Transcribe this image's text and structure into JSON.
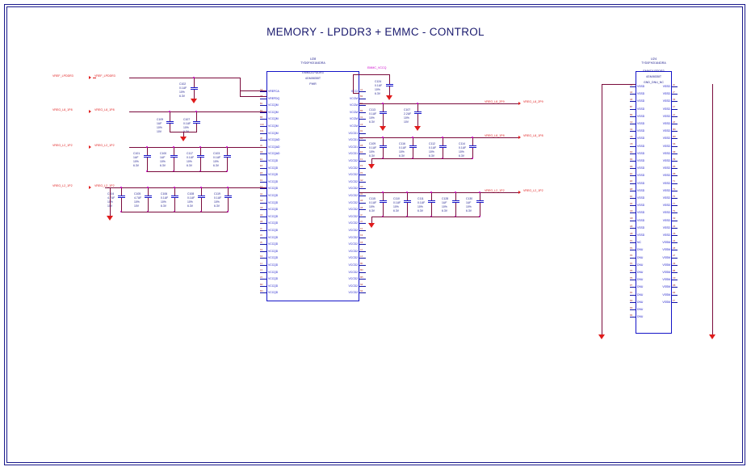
{
  "sheet": {
    "title": "MEMORY - LPDDR3 + EMMC - CONTROL",
    "border_color": "#1a1a8c",
    "wire_color": "#7a0b3c",
    "net_color": "#e01b1b",
    "symbol_color": "#1414c8"
  },
  "components": {
    "u28": {
      "ref": "U28",
      "part": "TYD0FH2I164DRA",
      "desc1": "EMMC/LPDDR3",
      "desc2": "4GM/8GBIT",
      "desc3": "PWR",
      "left_pins": [
        {
          "name": "VREFCA",
          "num": "N9"
        },
        {
          "name": "VREFDQ",
          "num": "P8"
        },
        {
          "name": "VCCQM",
          "num": "B1"
        },
        {
          "name": "VCCQM",
          "num": "B3"
        },
        {
          "name": "VCCQM",
          "num": "B5"
        },
        {
          "name": "VCCQM",
          "num": "C10"
        },
        {
          "name": "VCCQM",
          "num": "D11"
        },
        {
          "name": "VCCQAD",
          "num": "J8"
        },
        {
          "name": "VCCQAD",
          "num": "J9"
        },
        {
          "name": "VCCQAD",
          "num": "K8"
        },
        {
          "name": "VCCQD",
          "num": "E1"
        },
        {
          "name": "VCCQD",
          "num": "E3"
        },
        {
          "name": "VCCQD",
          "num": "E5"
        },
        {
          "name": "VCCQD",
          "num": "F2"
        },
        {
          "name": "VCCQD",
          "num": "F4"
        },
        {
          "name": "VCCQD",
          "num": "G1"
        },
        {
          "name": "VCCQD",
          "num": "G3"
        },
        {
          "name": "VCCQD",
          "num": "G5"
        },
        {
          "name": "VCCQD",
          "num": "H2"
        },
        {
          "name": "VCCQD",
          "num": "H4"
        },
        {
          "name": "VCCQD",
          "num": "J1"
        },
        {
          "name": "VCCQD",
          "num": "J3"
        },
        {
          "name": "VCCQD",
          "num": "J5"
        },
        {
          "name": "VCCQD",
          "num": "K2"
        },
        {
          "name": "VCCQD",
          "num": "K4"
        },
        {
          "name": "VCCQD",
          "num": "L1"
        },
        {
          "name": "VCCQD",
          "num": "L3"
        },
        {
          "name": "VCCQD",
          "num": "L5"
        },
        {
          "name": "VCCQD",
          "num": "M2"
        },
        {
          "name": "VCCQD",
          "num": "M4"
        }
      ],
      "right_pins": [
        {
          "name": "VCCI",
          "num": "A1"
        },
        {
          "name": "VCCM",
          "num": "B2"
        },
        {
          "name": "VCCM",
          "num": "B4"
        },
        {
          "name": "VCCM",
          "num": "B6"
        },
        {
          "name": "VCCM",
          "num": "C1"
        },
        {
          "name": "VCCM",
          "num": "C3"
        },
        {
          "name": "VCCD1",
          "num": "D1"
        },
        {
          "name": "VCCD1",
          "num": "D3"
        },
        {
          "name": "VCCD1",
          "num": "D5"
        },
        {
          "name": "VCCD1",
          "num": "E2"
        },
        {
          "name": "VCCD2",
          "num": "F1"
        },
        {
          "name": "VCCD2",
          "num": "F3"
        },
        {
          "name": "VCCD2",
          "num": "F5"
        },
        {
          "name": "VCCD2",
          "num": "G2"
        },
        {
          "name": "VCCD2",
          "num": "G4"
        },
        {
          "name": "VCCD2",
          "num": "H1"
        },
        {
          "name": "VCCD2",
          "num": "H3"
        },
        {
          "name": "VCCD2",
          "num": "H5"
        },
        {
          "name": "VCCD2",
          "num": "J2"
        },
        {
          "name": "VCCD2",
          "num": "J4"
        },
        {
          "name": "VCCD2",
          "num": "K1"
        },
        {
          "name": "VCCD2",
          "num": "K3"
        },
        {
          "name": "VCCD2",
          "num": "K5"
        },
        {
          "name": "VCCD2",
          "num": "L2"
        },
        {
          "name": "VCCD2",
          "num": "L4"
        },
        {
          "name": "VCCD2",
          "num": "M1"
        },
        {
          "name": "VCCD2",
          "num": "M3"
        },
        {
          "name": "VCCD2",
          "num": "M5"
        },
        {
          "name": "VCCD2",
          "num": "N2"
        },
        {
          "name": "VCCD2",
          "num": "N4"
        }
      ]
    },
    "u24": {
      "ref": "U24",
      "part": "TYD0FH2I164DRA",
      "desc1": "EMMC/LPDDR3",
      "desc2": "4GM/8GBIT",
      "desc3": "GND_DNU_NC",
      "left_pins": [
        {
          "name": "VSSD",
          "num": "A2"
        },
        {
          "name": "VSSD",
          "num": "A4"
        },
        {
          "name": "VSSD",
          "num": "A6"
        },
        {
          "name": "VSSD",
          "num": "B7"
        },
        {
          "name": "VSSD",
          "num": "B9"
        },
        {
          "name": "VSSD",
          "num": "C2"
        },
        {
          "name": "VSSD",
          "num": "C4"
        },
        {
          "name": "VSSD",
          "num": "C6"
        },
        {
          "name": "VSSD",
          "num": "C8"
        },
        {
          "name": "VSSD",
          "num": "D2"
        },
        {
          "name": "VSSD",
          "num": "D4"
        },
        {
          "name": "VSSD",
          "num": "D6"
        },
        {
          "name": "VSSD",
          "num": "E4"
        },
        {
          "name": "VSSD",
          "num": "E6"
        },
        {
          "name": "VSSD",
          "num": "E8"
        },
        {
          "name": "VSSD",
          "num": "F6"
        },
        {
          "name": "VSSD",
          "num": "F8"
        },
        {
          "name": "VSSD",
          "num": "G6"
        },
        {
          "name": "VSSD",
          "num": "G8"
        },
        {
          "name": "VSSD",
          "num": "H6"
        },
        {
          "name": "VSSD",
          "num": "H8"
        },
        {
          "name": "NC",
          "num": "P1"
        },
        {
          "name": "DNU",
          "num": "P2"
        },
        {
          "name": "DNU",
          "num": "P3"
        },
        {
          "name": "DNU",
          "num": "P4"
        },
        {
          "name": "DNU",
          "num": "P5"
        },
        {
          "name": "DNU",
          "num": "P6"
        },
        {
          "name": "DNU",
          "num": "P7"
        },
        {
          "name": "DNU",
          "num": "R1"
        },
        {
          "name": "DNU",
          "num": "R2"
        },
        {
          "name": "DNU",
          "num": "R3"
        },
        {
          "name": "DNU",
          "num": "R4"
        }
      ],
      "right_pins": [
        {
          "name": "VSSD",
          "num": "J6"
        },
        {
          "name": "VSSD",
          "num": "J7"
        },
        {
          "name": "VSSD",
          "num": "K6"
        },
        {
          "name": "VSSD",
          "num": "K7"
        },
        {
          "name": "VSSD",
          "num": "L6"
        },
        {
          "name": "VSSD",
          "num": "L8"
        },
        {
          "name": "VSSD",
          "num": "M6"
        },
        {
          "name": "VSSD",
          "num": "M8"
        },
        {
          "name": "VSSD",
          "num": "N6"
        },
        {
          "name": "VSSD",
          "num": "N8"
        },
        {
          "name": "VSSD",
          "num": "P9"
        },
        {
          "name": "VSSD",
          "num": "R6"
        },
        {
          "name": "VSSD",
          "num": "R8"
        },
        {
          "name": "VSSD",
          "num": "T1"
        },
        {
          "name": "VSSD",
          "num": "T3"
        },
        {
          "name": "VSSD",
          "num": "T5"
        },
        {
          "name": "VSSD",
          "num": "T7"
        },
        {
          "name": "VSSD",
          "num": "T9"
        },
        {
          "name": "VSSD",
          "num": "U2"
        },
        {
          "name": "VSSD",
          "num": "U4"
        },
        {
          "name": "VSSD",
          "num": "U6"
        },
        {
          "name": "VSSM",
          "num": "A3"
        },
        {
          "name": "VSSM",
          "num": "A5"
        },
        {
          "name": "VSSM",
          "num": "A7"
        },
        {
          "name": "VSSM",
          "num": "A9"
        },
        {
          "name": "VSSM",
          "num": "B8"
        },
        {
          "name": "VSSM",
          "num": "C9"
        },
        {
          "name": "VSSM",
          "num": "D8"
        },
        {
          "name": "VSSM",
          "num": "E9"
        },
        {
          "name": "VSSM",
          "num": "F7"
        }
      ]
    }
  },
  "nets": [
    {
      "id": "n1",
      "name": "VREF_LPDDR3"
    },
    {
      "id": "n2",
      "name": "VREF_LPDDR3"
    },
    {
      "id": "n3",
      "name": "VREG_L8_1P8"
    },
    {
      "id": "n4",
      "name": "VREG_L8_1P8"
    },
    {
      "id": "n5",
      "name": "VREG_L2_1P2"
    },
    {
      "id": "n6",
      "name": "VREG_L2_1P2"
    },
    {
      "id": "n7",
      "name": "VREG_L2_1P2"
    },
    {
      "id": "n8",
      "name": "VREG_L2_1P2"
    },
    {
      "id": "n9",
      "name": "EMMC_VCCQ"
    },
    {
      "id": "n10",
      "name": "VREG_L8_2P9"
    },
    {
      "id": "n11",
      "name": "VREG_L8_2P9"
    },
    {
      "id": "n12",
      "name": "VREG_L8_1P8"
    },
    {
      "id": "n13",
      "name": "VREG_L8_1P8"
    },
    {
      "id": "n14",
      "name": "VREG_L2_1P2"
    },
    {
      "id": "n15",
      "name": "VREG_L2_1P2"
    }
  ],
  "capacitors": {
    "group_vref": [
      {
        "ref": "C102",
        "value": "0.1UF",
        "tol": "10%",
        "volt": "6.3V"
      }
    ],
    "group_l8_row2": [
      {
        "ref": "C109",
        "value": "1UF",
        "tol": "10%",
        "volt": "10V"
      },
      {
        "ref": "C107",
        "value": "0.1UF",
        "tol": "10%",
        "volt": "6.3V"
      }
    ],
    "group_l2_row3": [
      {
        "ref": "C101",
        "value": "1UF",
        "tol": "10%",
        "volt": "6.3V"
      },
      {
        "ref": "C100",
        "value": "1UF",
        "tol": "10%",
        "volt": "6.3V"
      },
      {
        "ref": "C117",
        "value": "0.1UF",
        "tol": "10%",
        "volt": "6.3V"
      },
      {
        "ref": "C103",
        "value": "0.1UF",
        "tol": "10%",
        "volt": "6.3V"
      }
    ],
    "group_l2_row4": [
      {
        "ref": "C104",
        "value": "4.7UF",
        "tol": "10%",
        "volt": "10V"
      },
      {
        "ref": "C105",
        "value": "4.7UF",
        "tol": "10%",
        "volt": "10V"
      },
      {
        "ref": "C106",
        "value": "0.1UF",
        "tol": "10%",
        "volt": "6.3V"
      },
      {
        "ref": "C108",
        "value": "0.1UF",
        "tol": "10%",
        "volt": "6.3V"
      },
      {
        "ref": "C119",
        "value": "0.1UF",
        "tol": "10%",
        "volt": "6.3V"
      }
    ],
    "group_emmc": [
      {
        "ref": "C124",
        "value": "0.1UF",
        "tol": "10%",
        "volt": "6.3V"
      }
    ],
    "group_r_row2": [
      {
        "ref": "C113",
        "value": "0.1UF",
        "tol": "10%",
        "volt": "6.3V"
      },
      {
        "ref": "C107",
        "value": "2.2UF",
        "tol": "10%",
        "volt": "10V"
      }
    ],
    "group_r_row3": [
      {
        "ref": "C109",
        "value": "0.1UF",
        "tol": "10%",
        "volt": "6.3V"
      },
      {
        "ref": "C116",
        "value": "0.1UF",
        "tol": "10%",
        "volt": "6.3V"
      },
      {
        "ref": "C112",
        "value": "0.1UF",
        "tol": "10%",
        "volt": "6.3V"
      },
      {
        "ref": "C114",
        "value": "0.1UF",
        "tol": "10%",
        "volt": "6.3V"
      }
    ],
    "group_r_row4": [
      {
        "ref": "C115",
        "value": "0.1UF",
        "tol": "10%",
        "volt": "6.3V"
      },
      {
        "ref": "C110",
        "value": "0.1UF",
        "tol": "10%",
        "volt": "6.3V"
      },
      {
        "ref": "C111",
        "value": "0.1UF",
        "tol": "10%",
        "volt": "6.3V"
      },
      {
        "ref": "C128",
        "value": "1UF",
        "tol": "10%",
        "volt": "6.3V"
      },
      {
        "ref": "C130",
        "value": "1UF",
        "tol": "10%",
        "volt": "6.3V"
      }
    ]
  }
}
